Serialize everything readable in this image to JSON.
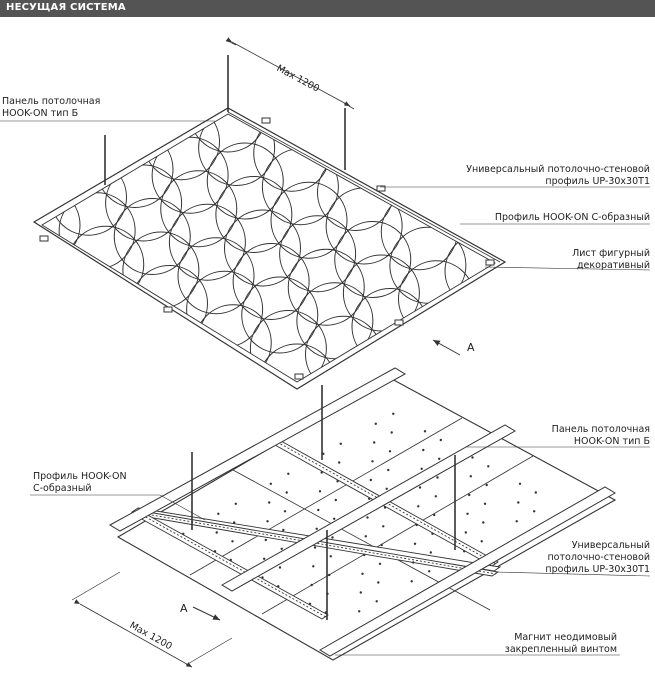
{
  "header": {
    "title": "НЕСУЩАЯ СИСТЕМА",
    "bg": "#545454"
  },
  "top": {
    "dim": "Max 1200",
    "label_panel": [
      "Панель потолочная",
      "HOOK-ON тип Б"
    ],
    "label_up": [
      "Универсальный потолочно-стеновой",
      "профиль UP-30x30T1"
    ],
    "label_cprofile": [
      "Профиль HOOK-ON С-образный"
    ],
    "label_sheet": [
      "Лист фигурный",
      "декоративный"
    ],
    "view_a": "A"
  },
  "bottom": {
    "label_panel": [
      "Панель потолочная",
      "HOOK-ON тип Б"
    ],
    "label_cprofile": [
      "Профиль HOOK-ON",
      "С-образный"
    ],
    "label_up": [
      "Универсальный",
      "потолочно-стеновой",
      "профиль UP-30x30T1"
    ],
    "label_magnet": [
      "Магнит неодимовый",
      "закрепленный винтом"
    ],
    "dim": "Max 1200",
    "view_a": "A"
  }
}
